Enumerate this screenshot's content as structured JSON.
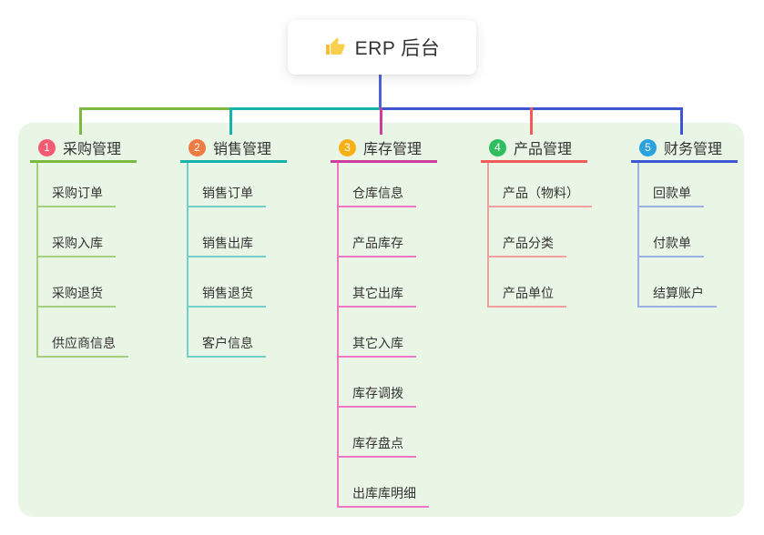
{
  "root": {
    "label": "ERP 后台",
    "icon": "thumbs-up-icon",
    "icon_color": "#F5BD3B",
    "connector_color": "#5163D8"
  },
  "panel_color": "#E9F6E5",
  "branches": [
    {
      "num": "1",
      "label": "采购管理",
      "badge_color": "#F25B72",
      "line_color": "#7CB93F",
      "child_line_color": "#A8CF80",
      "children": [
        "采购订单",
        "采购入库",
        "采购退货",
        "供应商信息"
      ]
    },
    {
      "num": "2",
      "label": "销售管理",
      "badge_color": "#F07B42",
      "line_color": "#16B3AE",
      "child_line_color": "#72CFC9",
      "children": [
        "销售订单",
        "销售出库",
        "销售退货",
        "客户信息"
      ]
    },
    {
      "num": "3",
      "label": "库存管理",
      "badge_color": "#F8B017",
      "line_color": "#CE3D9B",
      "child_line_color": "#ED77C4",
      "children": [
        "仓库信息",
        "产品库存",
        "其它出库",
        "其它入库",
        "库存调拨",
        "库存盘点",
        "出库库明细"
      ]
    },
    {
      "num": "4",
      "label": "产品管理",
      "badge_color": "#2FBE5F",
      "line_color": "#F25B5B",
      "child_line_color": "#F59E9E",
      "children": [
        "产品（物料）",
        "产品分类",
        "产品单位"
      ]
    },
    {
      "num": "5",
      "label": "财务管理",
      "badge_color": "#2AA2DE",
      "line_color": "#3D56D3",
      "child_line_color": "#9DB0E4",
      "children": [
        "回款单",
        "付款单",
        "结算账户"
      ]
    }
  ]
}
